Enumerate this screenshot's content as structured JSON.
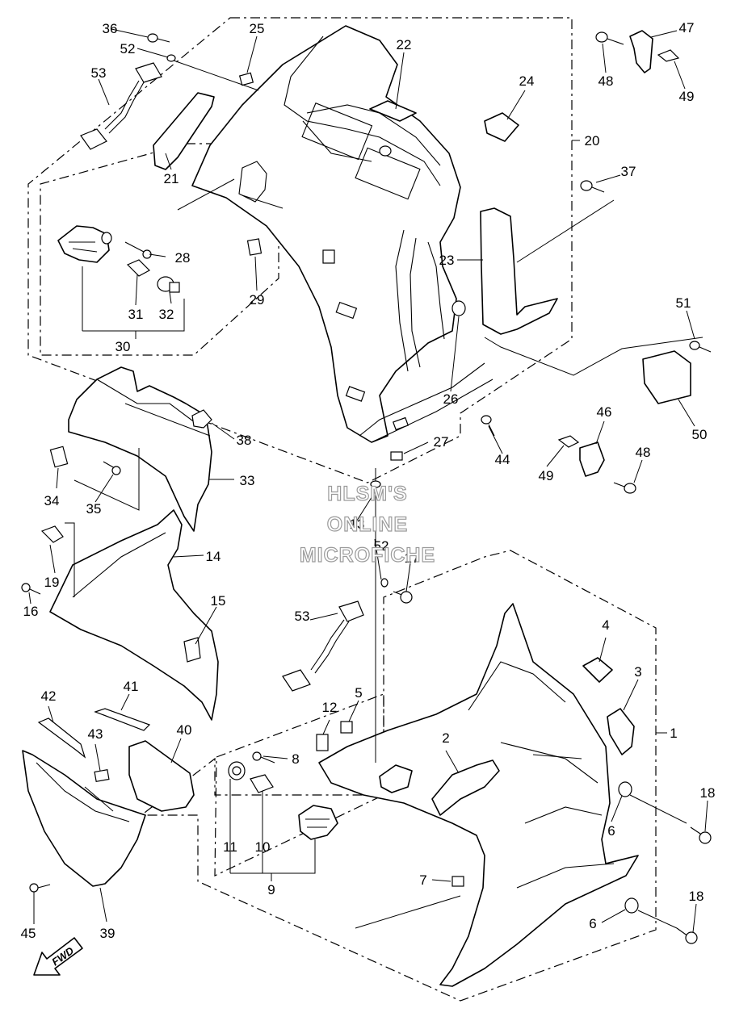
{
  "watermark": {
    "line1": "HLSM'S",
    "line2": "ONLINE",
    "line3": "MICROFICHE"
  },
  "direction_arrow": {
    "label": "FWD"
  },
  "callouts": {
    "c1": "1",
    "c2": "2",
    "c3": "3",
    "c4": "4",
    "c5": "5",
    "c6a": "6",
    "c6b": "6",
    "c7": "7",
    "c8": "8",
    "c9": "9",
    "c10": "10",
    "c11": "11",
    "c12": "12",
    "c13": "13",
    "c14": "14",
    "c15": "15",
    "c16": "16",
    "c17": "17",
    "c18a": "18",
    "c18b": "18",
    "c19": "19",
    "c20": "20",
    "c21": "21",
    "c22": "22",
    "c23": "23",
    "c24": "24",
    "c25": "25",
    "c26": "26",
    "c27": "27",
    "c28": "28",
    "c29": "29",
    "c30": "30",
    "c31": "31",
    "c32": "32",
    "c33": "33",
    "c34": "34",
    "c35": "35",
    "c36": "36",
    "c37": "37",
    "c38": "38",
    "c39": "39",
    "c40": "40",
    "c41": "41",
    "c42": "42",
    "c43": "43",
    "c44": "44",
    "c45": "45",
    "c46": "46",
    "c47": "47",
    "c48a": "48",
    "c48b": "48",
    "c49a": "49",
    "c49b": "49",
    "c50": "50",
    "c51": "51",
    "c52a": "52",
    "c52b": "52",
    "c53a": "53",
    "c53b": "53"
  }
}
